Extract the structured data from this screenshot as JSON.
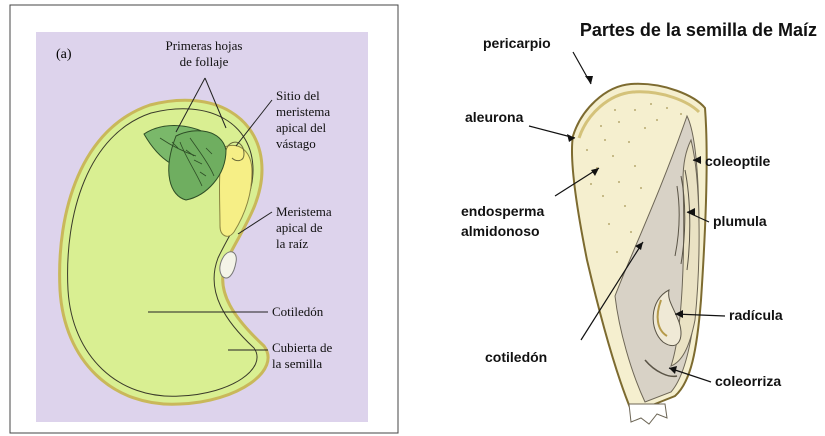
{
  "left": {
    "panel_label": "(a)",
    "labels": {
      "primeras_1": "Primeras hojas",
      "primeras_2": "de follaje",
      "sitio_1": "Sitio del",
      "sitio_2": "meristema",
      "sitio_3": "apical del",
      "sitio_4": "vástago",
      "meristema_1": "Meristema",
      "meristema_2": "apical de",
      "meristema_3": "la raíz",
      "cotiledon": "Cotiledón",
      "cubierta_1": "Cubierta de",
      "cubierta_2": "la semilla"
    },
    "colors": {
      "background": "#ddd3ec",
      "seed_fill": "#d9ef92",
      "seed_outline": "#c9b85a",
      "meristem": "#f6ef86",
      "leaf": "#7ab86a"
    }
  },
  "right": {
    "title": "Partes de la semilla de Maíz",
    "labels": {
      "pericarpio": "pericarpio",
      "aleurona": "aleurona",
      "endosperma_1": "endosperma",
      "endosperma_2": "almidonoso",
      "cotiledon": "cotiledón",
      "coleoptile": "coleoptile",
      "plumula": "plumula",
      "radicula": "radícula",
      "coleorriza": "coleorriza"
    },
    "colors": {
      "endosperm": "#f5efcf",
      "embryo": "#d8d2c6",
      "pericarp": "#d4c27a"
    }
  }
}
